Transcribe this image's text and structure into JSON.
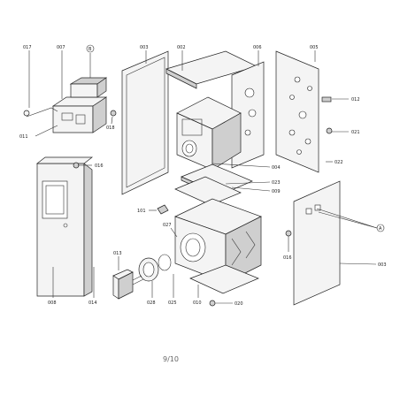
{
  "labels": {
    "p017": "017",
    "p007": "007",
    "pB": "B",
    "p003a": "003",
    "p002": "002",
    "p006": "006",
    "p005": "005",
    "p012": "012",
    "p021": "021",
    "p022": "022",
    "p011": "011",
    "p018": "018",
    "p016a": "016",
    "p004": "004",
    "p023": "023",
    "p009": "009",
    "p101": "101",
    "p027": "027",
    "pA": "A",
    "p016b": "016",
    "p003b": "003",
    "p013": "013",
    "p008": "008",
    "p014": "014",
    "p028": "028",
    "p025": "025",
    "p010": "010",
    "p020": "020"
  },
  "page_number": "9/10"
}
